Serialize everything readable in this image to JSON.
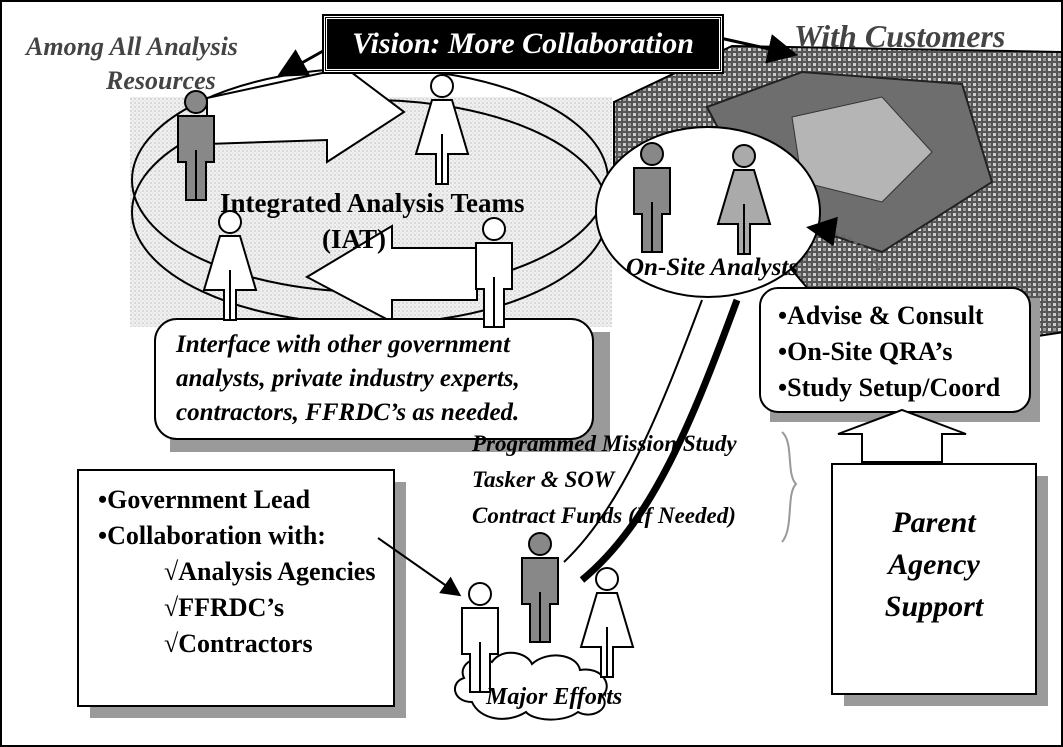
{
  "banner": {
    "title": "Vision: More Collaboration"
  },
  "labels": {
    "among_line1": "Among All Analysis",
    "among_line2": "Resources",
    "with_customers": "With Customers",
    "iat_line1": "Integrated Analysis Teams",
    "iat_line2": "(IAT)",
    "on_site": "On-Site Analysts",
    "major_efforts": "Major Efforts"
  },
  "interface_note": {
    "lines": [
      "Interface with other government",
      "analysts, private industry experts,",
      "contractors, FFRDC’s as needed."
    ]
  },
  "services": {
    "items": [
      "•Advise & Consult",
      "•On-Site QRA’s",
      "•Study Setup/Coord"
    ]
  },
  "tasker": {
    "lines": [
      "Programmed Mission Study",
      "Tasker & SOW",
      "Contract Funds (If Needed)"
    ]
  },
  "government": {
    "lines": [
      "•Government Lead",
      "•Collaboration with:",
      "√Analysis Agencies",
      "√FFRDC’s",
      "√Contractors"
    ]
  },
  "parent": {
    "lines": [
      "Parent",
      "Agency",
      "Support"
    ]
  }
}
